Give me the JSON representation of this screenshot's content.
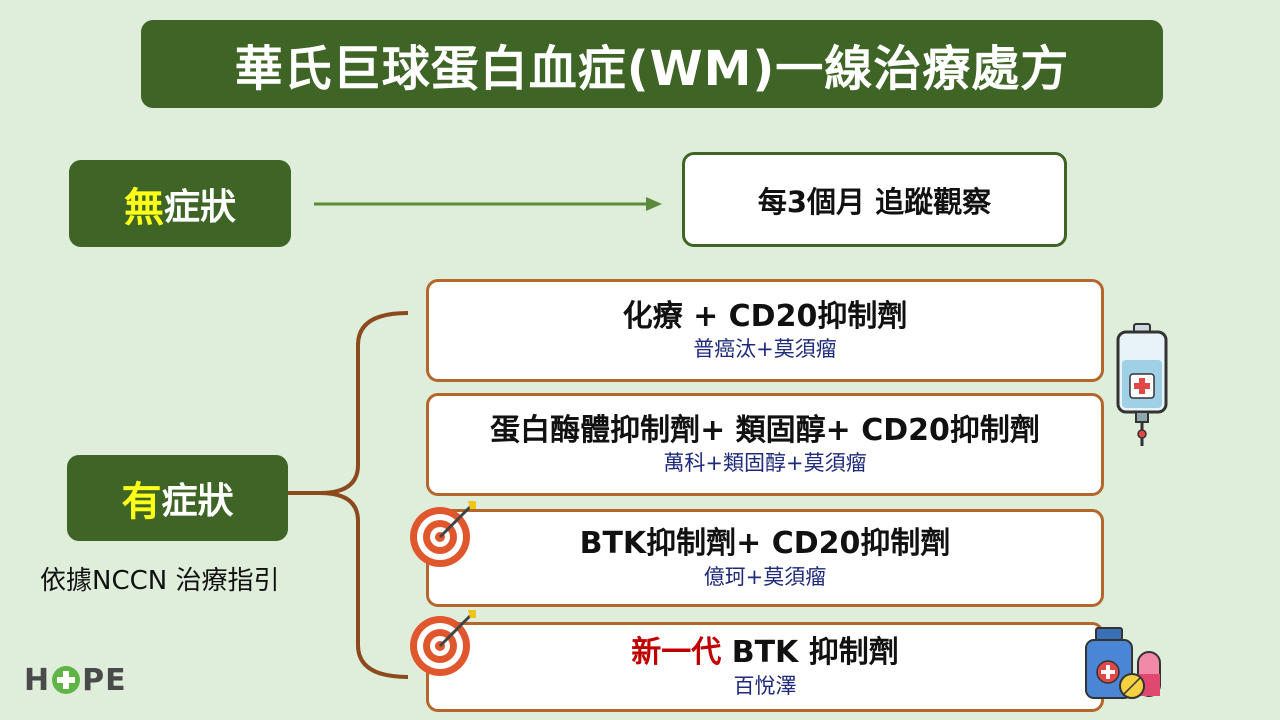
{
  "title": "華氏巨球蛋白血症(WM)一線治療處方",
  "no_symptom": {
    "highlight": "無",
    "rest": "症狀"
  },
  "observe": "每3個月 追蹤觀察",
  "symptom": {
    "highlight": "有",
    "rest": "症狀"
  },
  "guideline": "依據NCCN 治療指引",
  "options": [
    {
      "main": "化療 + CD20抑制劑",
      "sub": "普癌汰+莫須瘤"
    },
    {
      "main": "蛋白酶體抑制劑+ 類固醇+ CD20抑制劑",
      "sub": "萬科+類固醇+莫須瘤"
    },
    {
      "main": "BTK抑制劑+ CD20抑制劑",
      "sub": "億珂+莫須瘤"
    },
    {
      "main_red": "新一代",
      "main": " BTK 抑制劑",
      "sub": "百悅澤"
    }
  ],
  "logo": {
    "h": "H",
    "rest": "PE"
  },
  "colors": {
    "green": "#3e6525",
    "bg": "#dfeedb",
    "orange": "#b5662a",
    "navy": "#1f2a7a",
    "yellow": "#ffff1a"
  },
  "icons": [
    "iv-bag-icon",
    "target-icon",
    "target-icon",
    "medicine-icon",
    "logo-heart-icon"
  ]
}
